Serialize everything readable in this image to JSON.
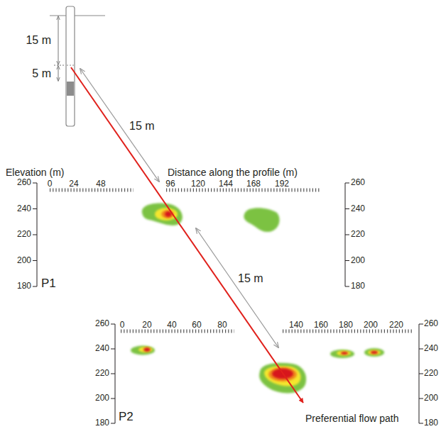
{
  "diagram": {
    "labels": [
      "15 m",
      "5 m",
      "15 m",
      "Elevation (m)",
      "Distance along the profile (m)",
      "260",
      "240",
      "220",
      "200",
      "180",
      "0",
      "24",
      "48",
      "96",
      "120",
      "144",
      "168",
      "192",
      "260",
      "240",
      "220",
      "200",
      "180",
      "P1",
      "15 m",
      "260",
      "240",
      "220",
      "200",
      "180",
      "0",
      "20",
      "40",
      "60",
      "80",
      "140",
      "160",
      "180",
      "200",
      "220",
      "260",
      "240",
      "220",
      "200",
      "180",
      "P2",
      "Preferential flow path"
    ]
  }
}
